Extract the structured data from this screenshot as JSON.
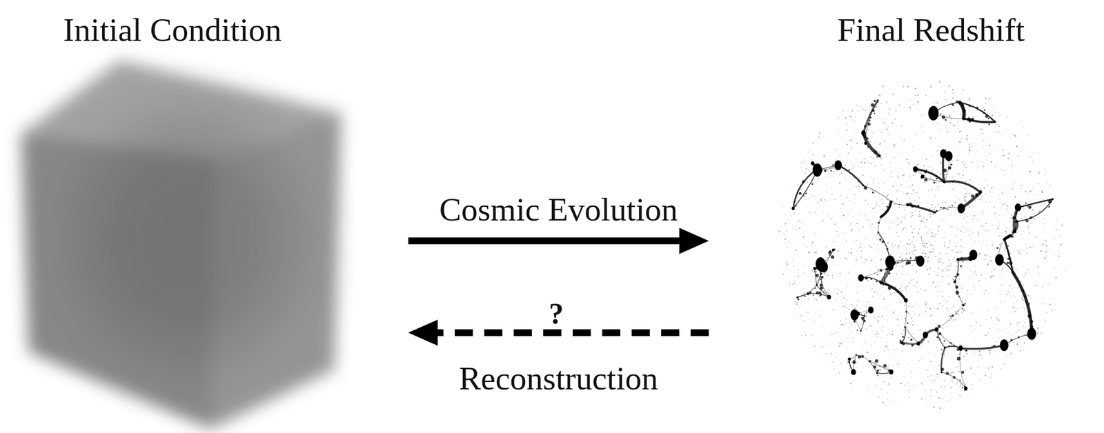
{
  "diagram": {
    "nodes": [
      {
        "text": [
          "Initial Condition"
        ]
      },
      {
        "text": [
          "Final Redshift"
        ]
      }
    ],
    "edges": [
      {
        "from": 0,
        "to": 1,
        "arrow": "to",
        "label": "Cosmic Evolution"
      },
      {
        "from": 1,
        "to": 0,
        "arrow": "to",
        "label": "Reconstruction"
      }
    ],
    "labels": [
      "?"
    ]
  }
}
